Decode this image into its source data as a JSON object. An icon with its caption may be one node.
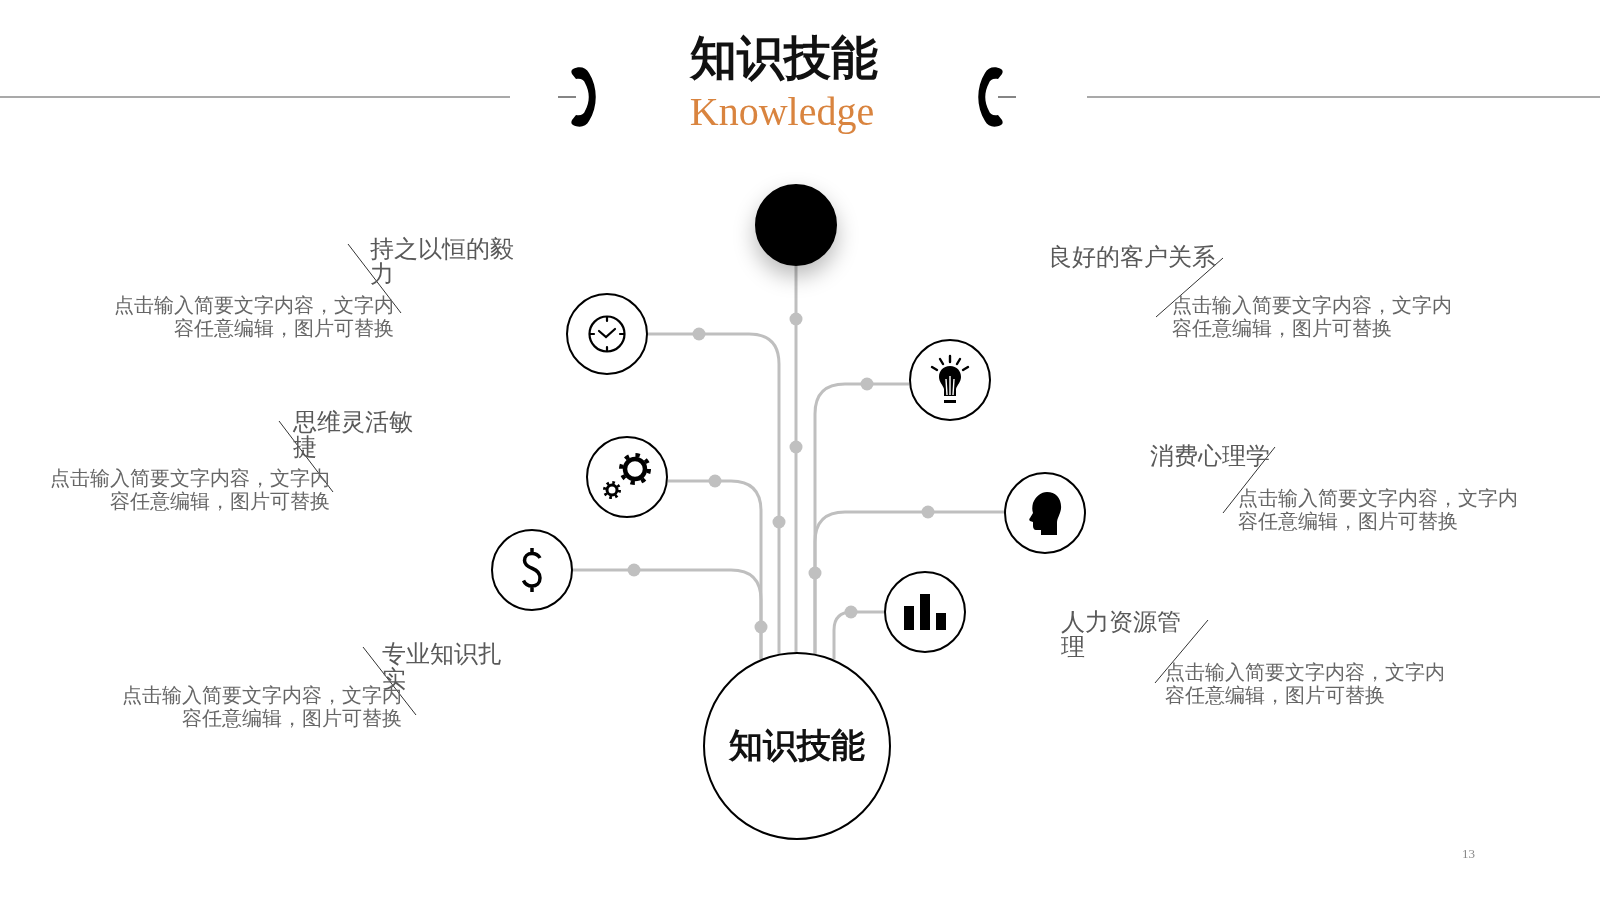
{
  "diagram": {
    "title": "知识技能",
    "nodes": [
      {
        "text": [],
        "shape": "circle"
      },
      {
        "text": [],
        "shape": "circle",
        "beside": [
          "持之以恒的毅力",
          "点击输入简要文字内容，文字内容任意编辑，图片可替换"
        ]
      },
      {
        "text": [],
        "shape": "circle",
        "beside": [
          "良好的客户关系",
          "点击输入简要文字内容，文字内容任意编辑，图片可替换"
        ]
      },
      {
        "text": [],
        "shape": "circle",
        "beside": [
          "思维灵活敏捷",
          "点击输入简要文字内容，文字内容任意编辑，图片可替换"
        ]
      },
      {
        "text": [],
        "shape": "circle",
        "beside": [
          "消费心理学",
          "点击输入简要文字内容，文字内容任意编辑，图片可替换"
        ]
      },
      {
        "text": [],
        "shape": "circle",
        "beside": [
          "专业知识扎实",
          "点击输入简要文字内容，文字内容任意编辑，图片可替换"
        ]
      },
      {
        "text": [],
        "shape": "circle",
        "beside": [
          "人力资源管理",
          "点击输入简要文字内容，文字内容任意编辑，图片可替换"
        ]
      },
      {
        "text": [
          "知识技能"
        ]
      }
    ],
    "edges": [
      {
        "from": 0,
        "to": 7,
        "arrow": "none"
      },
      {
        "from": 1,
        "to": 7,
        "arrow": "none"
      },
      {
        "from": 2,
        "to": 7,
        "arrow": "none"
      },
      {
        "from": 3,
        "to": 7,
        "arrow": "none"
      },
      {
        "from": 4,
        "to": 7,
        "arrow": "none"
      },
      {
        "from": 5,
        "to": 7,
        "arrow": "none"
      },
      {
        "from": 6,
        "to": 7,
        "arrow": "none"
      }
    ],
    "labels": [
      "Knowledge",
      "13"
    ]
  }
}
